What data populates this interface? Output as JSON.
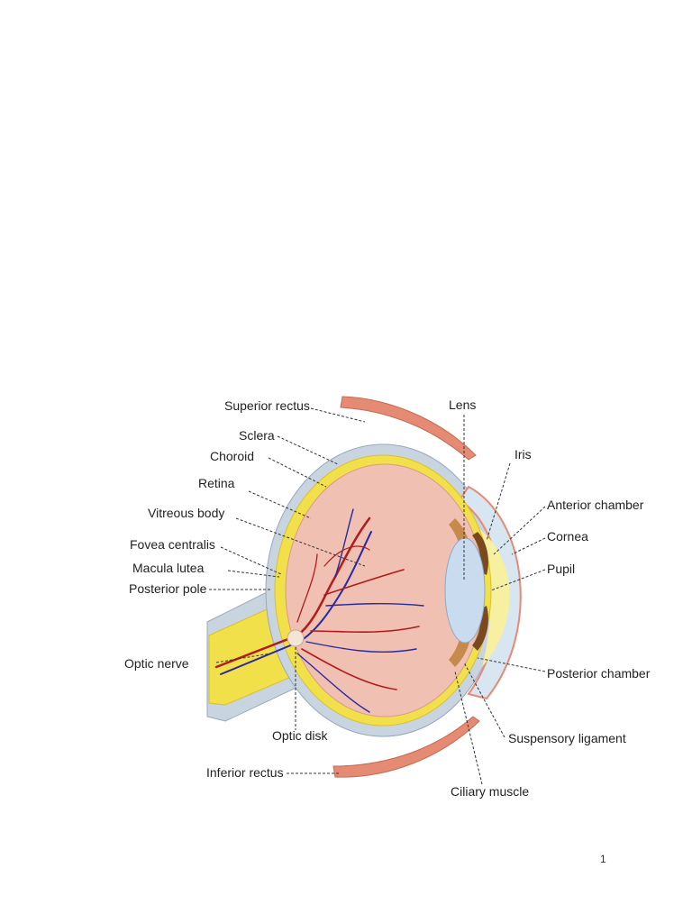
{
  "colors": {
    "muscle": "#e58a73",
    "sclera": "#c8d4e0",
    "choroid": "#f2e04a",
    "retina": "#f0c0b2",
    "lens": "#c9dcef",
    "iris": "#7a4a1e",
    "aqueous": "#f7f0a0",
    "vessel_red": "#b01c1c",
    "vessel_blue": "#2a2aa0"
  },
  "labels": {
    "superior_rectus": "Superior rectus",
    "sclera": "Sclera",
    "choroid": "Choroid",
    "retina": "Retina",
    "vitreous_body": "Vitreous body",
    "fovea_centralis": "Fovea centralis",
    "macula_lutea": "Macula lutea",
    "posterior_pole": "Posterior pole",
    "optic_nerve": "Optic nerve",
    "optic_disk": "Optic disk",
    "inferior_rectus": "Inferior rectus",
    "lens": "Lens",
    "iris": "Iris",
    "anterior_chamber": "Anterior chamber",
    "cornea": "Cornea",
    "pupil": "Pupil",
    "posterior_chamber": "Posterior chamber",
    "suspensory_ligament": "Suspensory ligament",
    "ciliary_muscle": "Ciliary muscle"
  },
  "page": {
    "number": "1"
  }
}
